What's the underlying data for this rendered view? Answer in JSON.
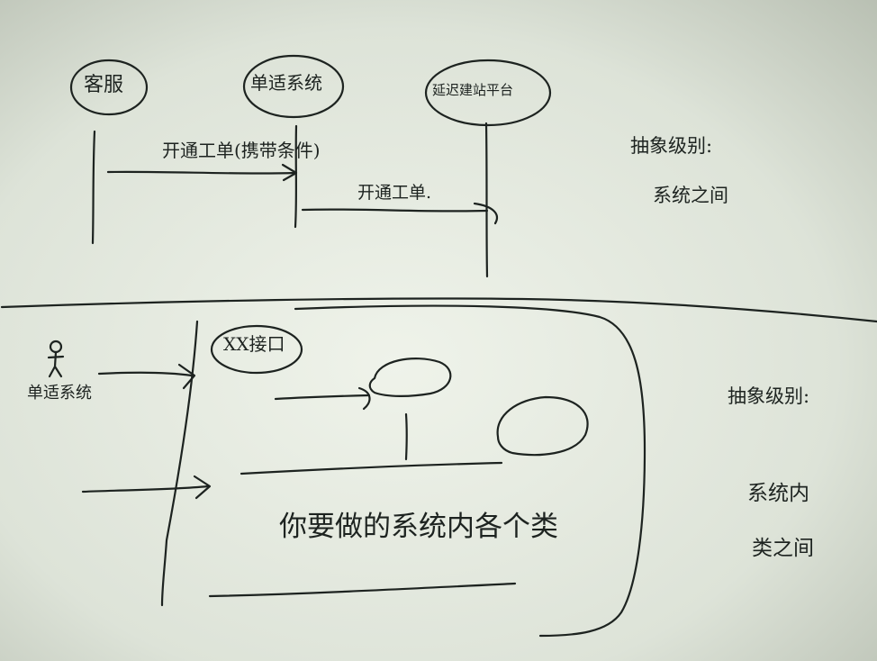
{
  "top_section": {
    "actors": [
      {
        "id": "customer_service",
        "label": "客服"
      },
      {
        "id": "simplified_system",
        "label": "单适系统"
      },
      {
        "id": "external_platform",
        "label": "延迟建站平台"
      }
    ],
    "messages": [
      {
        "from": "customer_service",
        "to": "simplified_system",
        "label": "开通工单(携带条件)"
      },
      {
        "from": "simplified_system",
        "to": "external_platform",
        "label": "开通工单."
      }
    ],
    "abstraction_note": {
      "title": "抽象级别:",
      "value": "系统之间"
    }
  },
  "bottom_section": {
    "user_actor": "单适系统",
    "interface_label": "XX接口",
    "main_text": "你要做的系统内各个类",
    "abstraction_note": {
      "title": "抽象级别:",
      "line1": "系统内",
      "line2": "类之间"
    }
  }
}
